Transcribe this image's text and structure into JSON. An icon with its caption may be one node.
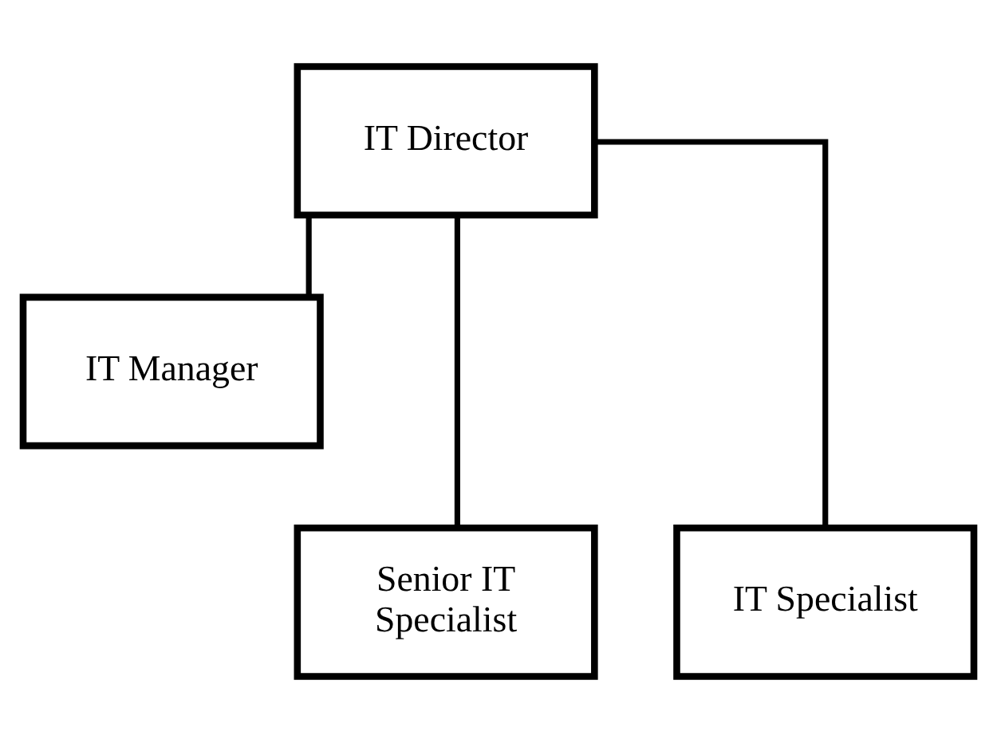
{
  "diagram": {
    "nodes": [
      {
        "text": [
          "IT Director"
        ]
      },
      {
        "text": [
          "IT Manager"
        ]
      },
      {
        "text": [
          "Senior IT Specialist"
        ]
      },
      {
        "text": [
          "IT Specialist"
        ]
      }
    ],
    "edges": [
      {
        "from": 0,
        "to": 1,
        "arrow": "none"
      },
      {
        "from": 0,
        "to": 2,
        "arrow": "none"
      },
      {
        "from": 0,
        "to": 3,
        "arrow": "none"
      }
    ]
  }
}
